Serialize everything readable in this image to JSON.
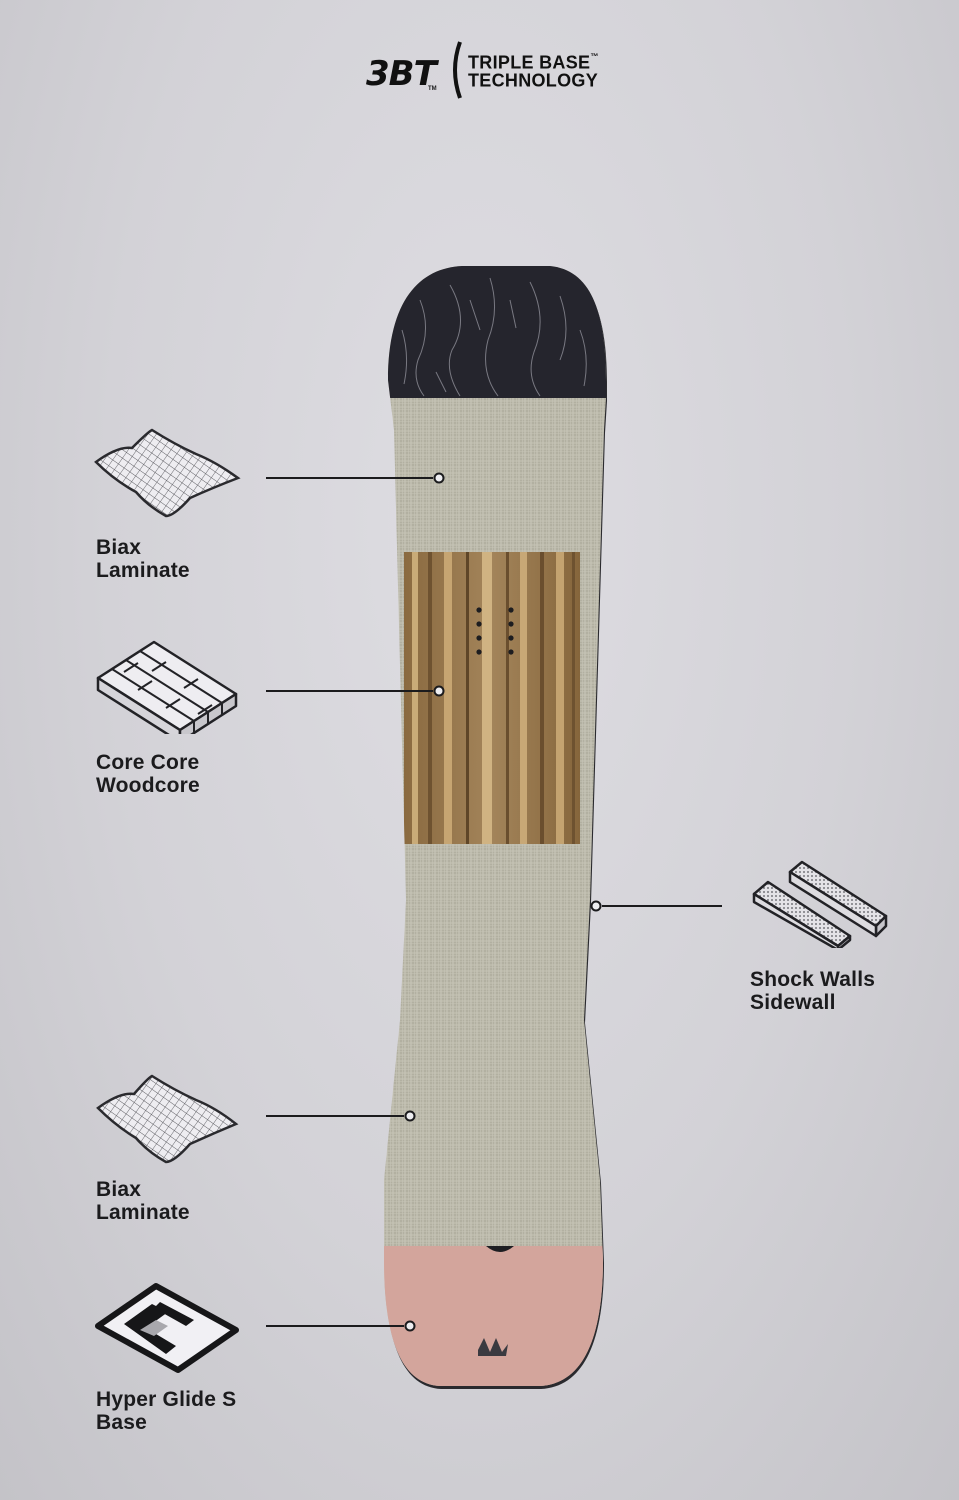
{
  "header": {
    "logo": "3BT",
    "logo_tm": "TM",
    "title_line1": "TRIPLE BASE",
    "title_tm": "™",
    "title_line2": "TECHNOLOGY"
  },
  "layers": [
    {
      "id": "biax-top",
      "line1": "Biax",
      "line2": "Laminate",
      "icon": "wavy-mesh-sheet-icon"
    },
    {
      "id": "core",
      "line1": "Core Core",
      "line2": "Woodcore",
      "icon": "wood-block-stack-icon"
    },
    {
      "id": "sidewall",
      "line1": "Shock Walls",
      "line2": "Sidewall",
      "icon": "sidewall-rails-icon"
    },
    {
      "id": "biax-bottom",
      "line1": "Biax",
      "line2": "Laminate",
      "icon": "wavy-mesh-sheet-icon"
    },
    {
      "id": "base",
      "line1": "Hyper Glide S",
      "line2": "Base",
      "icon": "base-logo-tile-icon"
    }
  ],
  "colors": {
    "background": "#d5d4d9",
    "topsheet": "#24242c",
    "laminate": "#b9b7a8",
    "wood": "#9a7a4e",
    "base": "#d4a59c",
    "line": "#1b1b1d"
  }
}
